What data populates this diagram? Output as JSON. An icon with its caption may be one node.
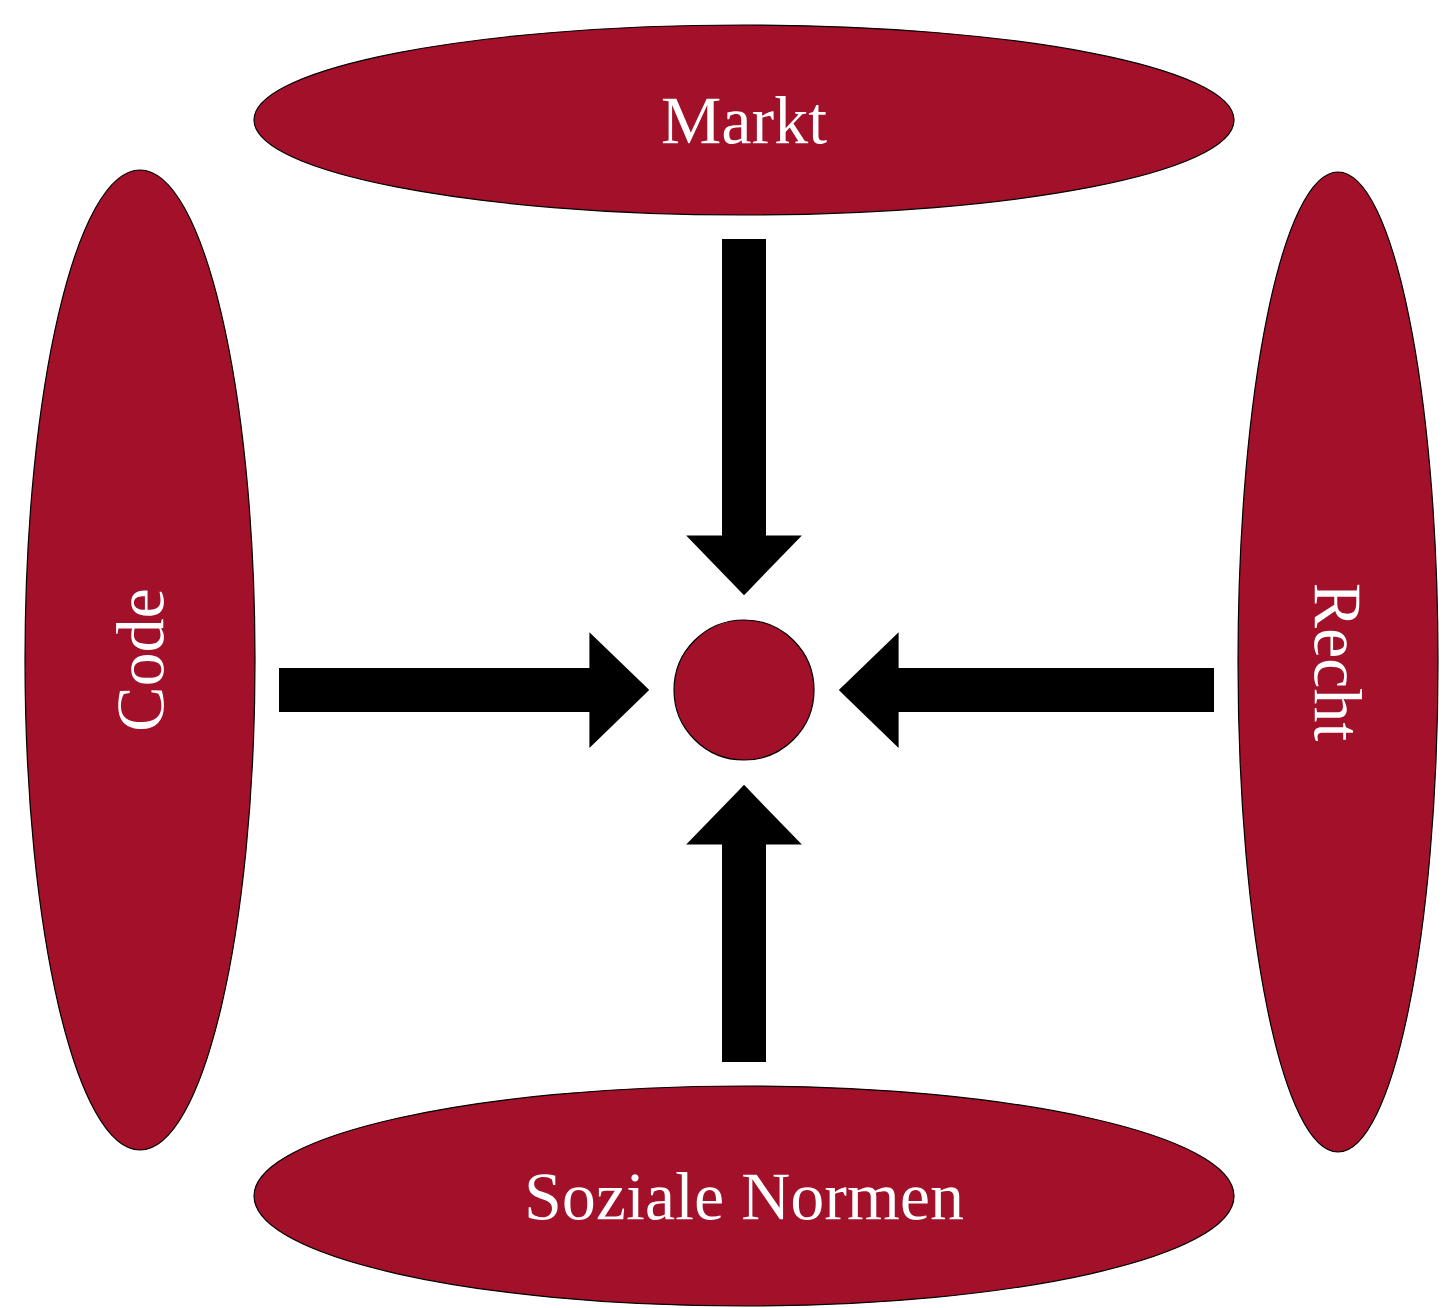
{
  "diagram": {
    "nodes": [
      {
        "text": [
          "Markt"
        ]
      },
      {
        "text": [
          "Code"
        ]
      },
      {
        "text": [
          "Recht"
        ]
      },
      {
        "text": [
          "Soziale Normen"
        ]
      },
      {
        "text": [],
        "shape": "circle"
      }
    ],
    "edges": [
      {
        "from": 0,
        "to": 4,
        "arrow": "to"
      },
      {
        "from": 1,
        "to": 4,
        "arrow": "to"
      },
      {
        "from": 2,
        "to": 4,
        "arrow": "to"
      },
      {
        "from": 3,
        "to": 4,
        "arrow": "to"
      }
    ]
  }
}
